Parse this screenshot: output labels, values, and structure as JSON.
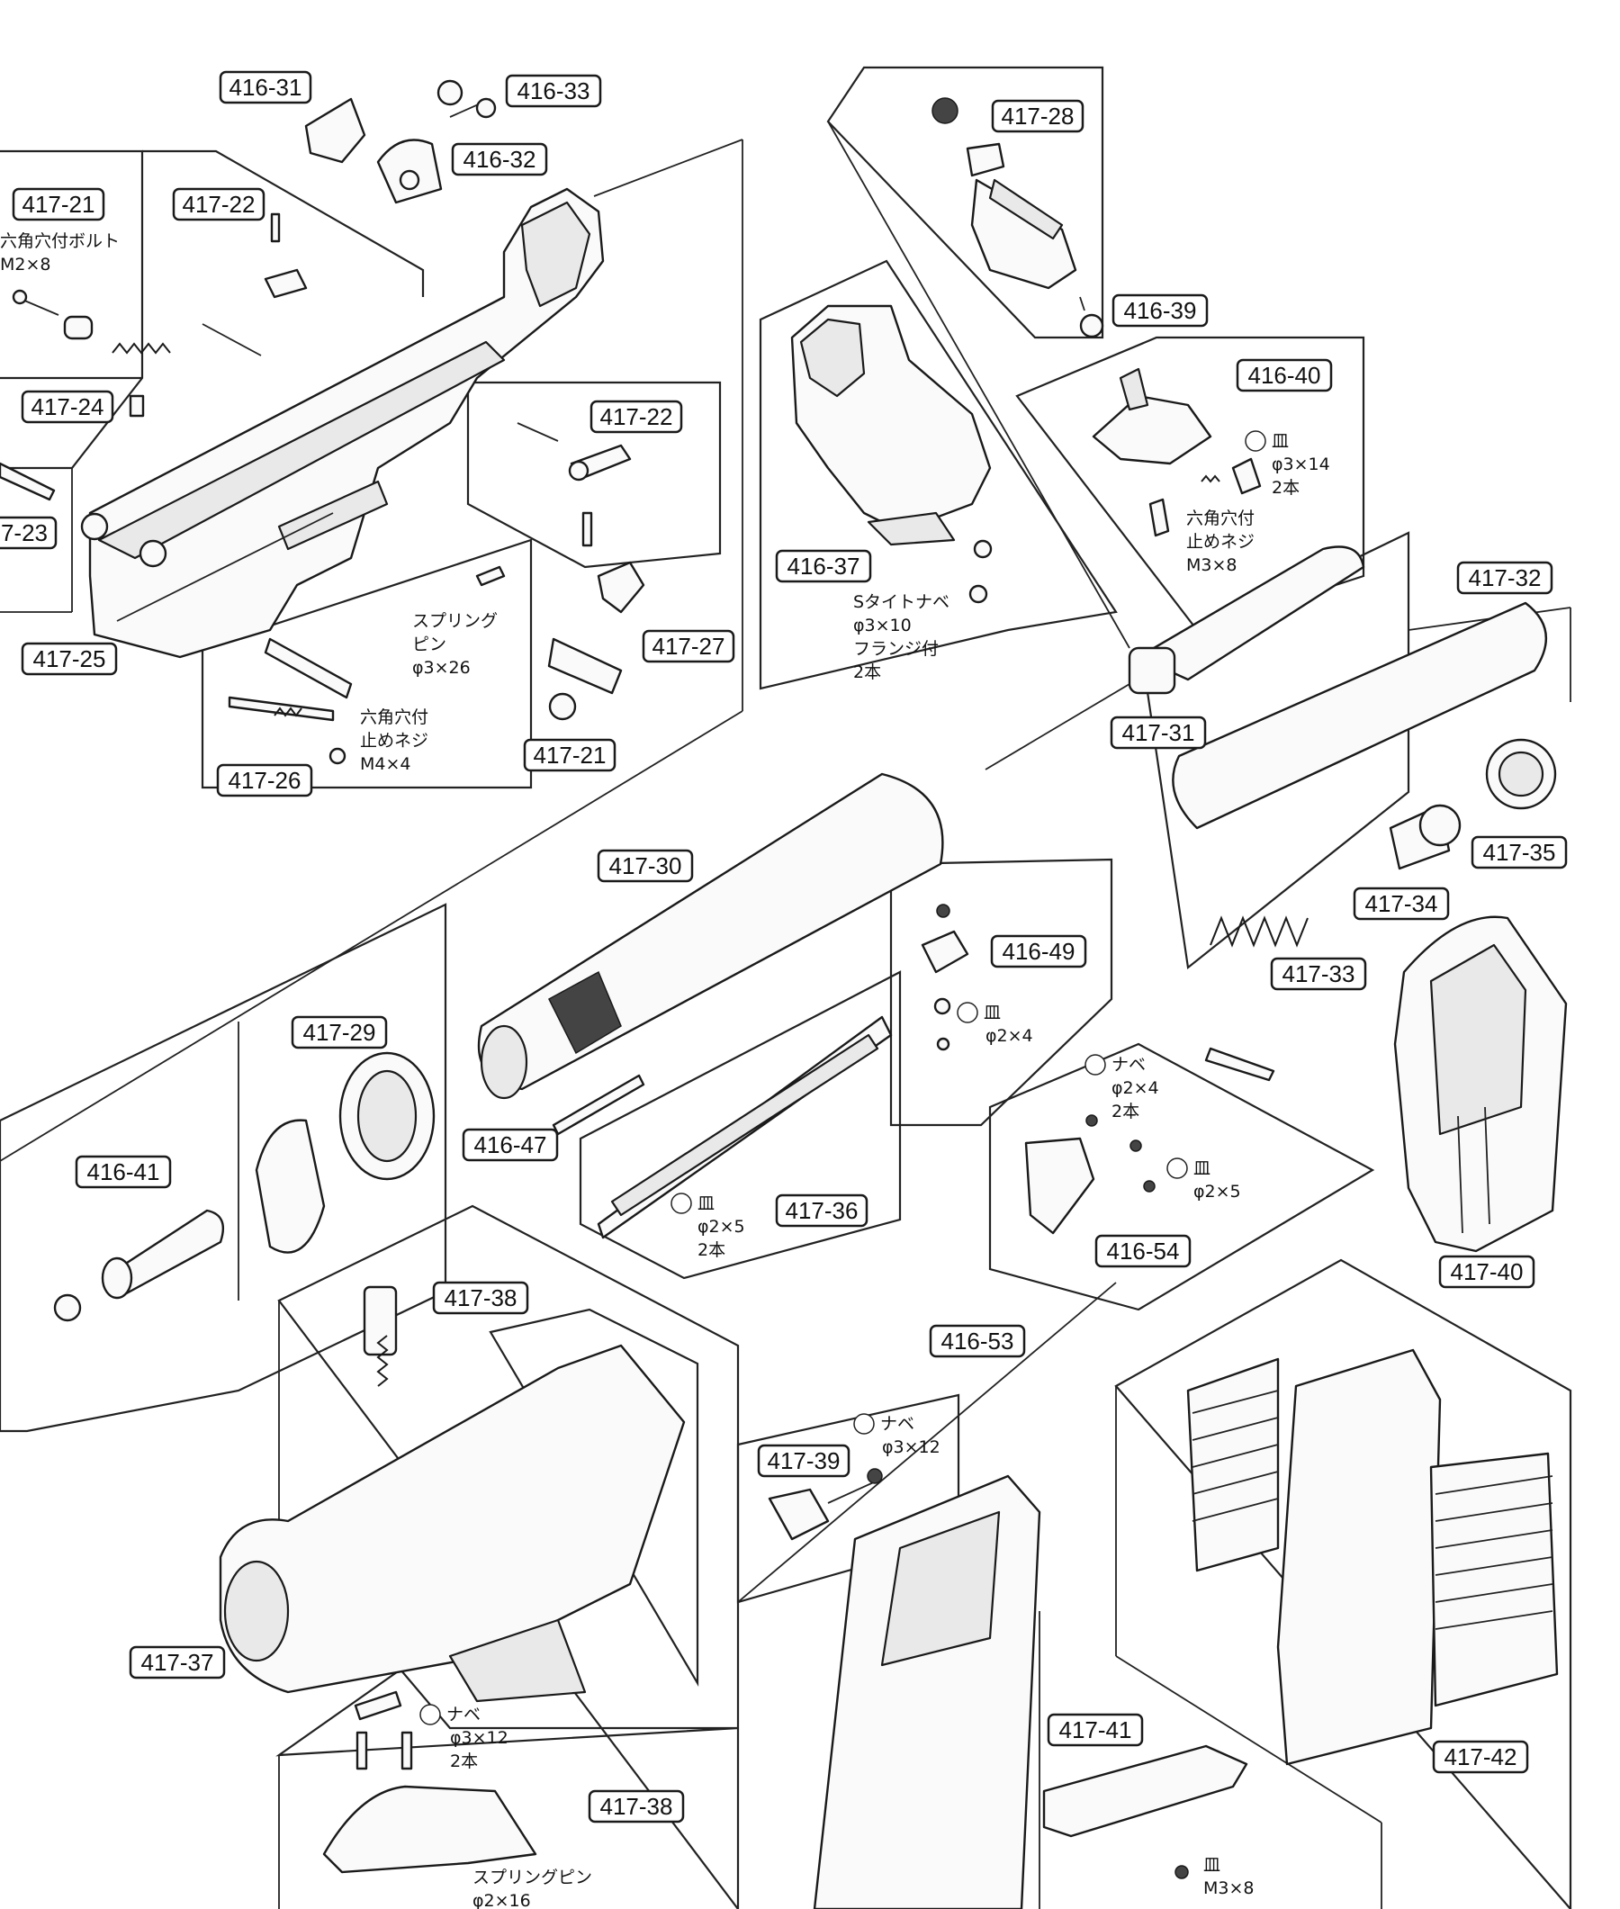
{
  "labels": {
    "p416_31": "416-31",
    "p416_33": "416-33",
    "p416_32": "416-32",
    "p417_21a": "417-21",
    "p417_22a": "417-22",
    "p417_24": "417-24",
    "p417_23": "7-23",
    "p417_25": "417-25",
    "p417_22b": "417-22",
    "p417_27": "417-27",
    "p417_26": "417-26",
    "p417_21b": "417-21",
    "p417_28": "417-28",
    "p416_39": "416-39",
    "p416_40": "416-40",
    "p416_37": "416-37",
    "p417_32": "417-32",
    "p417_31": "417-31",
    "p417_30": "417-30",
    "p417_35": "417-35",
    "p417_34": "417-34",
    "p417_33": "417-33",
    "p416_49": "416-49",
    "p417_29": "417-29",
    "p416_47": "416-47",
    "p416_41": "416-41",
    "p417_36": "417-36",
    "p416_54": "416-54",
    "p417_40": "417-40",
    "p416_53": "416-53",
    "p417_38a": "417-38",
    "p417_39": "417-39",
    "p417_37": "417-37",
    "p417_41": "417-41",
    "p417_42": "417-42",
    "p417_38b": "417-38"
  },
  "notes": {
    "bolt_l1": "六角穴付ボルト",
    "bolt_l2": "M2×8",
    "spin_l1": "スプリング",
    "spin_l2": "ピン",
    "spin_l3": "φ3×26",
    "set_m4_l1": "六角穴付",
    "set_m4_l2": "止めネジ",
    "set_m4_l3": "M4×4",
    "grip_screw_l1": "Sタイトナベ",
    "grip_screw_l2": "φ3×10",
    "grip_screw_l3": "フランジ付",
    "grip_screw_l4": "2本",
    "sara_314_l1": "皿",
    "sara_314_l2": "φ3×14",
    "sara_314_l3": "2本",
    "set_m3_l1": "六角穴付",
    "set_m3_l2": "止めネジ",
    "set_m3_l3": "M3×8",
    "sara_24a_l1": "皿",
    "sara_24a_l2": "φ2×4",
    "nabe_24_l1": "ナベ",
    "nabe_24_l2": "φ2×4",
    "nabe_24_l3": "2本",
    "sara_25a_l1": "皿",
    "sara_25a_l2": "φ2×5",
    "sara_25b_l1": "皿",
    "sara_25b_l2": "φ2×5",
    "sara_25b_l3": "2本",
    "nabe_312a_l1": "ナベ",
    "nabe_312a_l2": "φ3×12",
    "nabe_312b_l1": "ナベ",
    "nabe_312b_l2": "φ3×12",
    "nabe_312b_l3": "2本",
    "spin216_l1": "スプリングピン",
    "spin216_l2": "φ2×16",
    "sara_m38_l1": "皿",
    "sara_m38_l2": "M3×8"
  }
}
